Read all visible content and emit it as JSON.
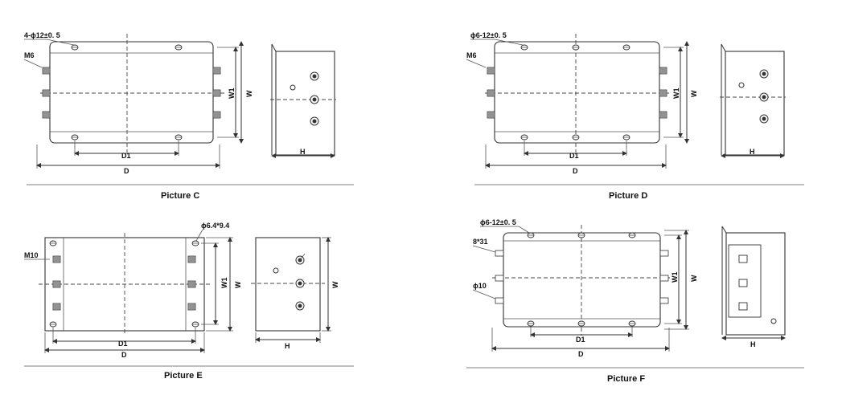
{
  "panels": {
    "c": {
      "caption": "Picture C",
      "hole_note": "4-ϕ12±0. 5",
      "bolt_note": "M6",
      "dims": {
        "d1": "D1",
        "d": "D",
        "w1": "W1",
        "w": "W",
        "h": "H"
      }
    },
    "d": {
      "caption": "Picture D",
      "hole_note": "ϕ6-12±0. 5",
      "bolt_note": "M6",
      "dims": {
        "d1": "D1",
        "d": "D",
        "w1": "W1",
        "w": "W",
        "h": "H"
      }
    },
    "e": {
      "caption": "Picture E",
      "hole_note": "ϕ6.4*9.4",
      "bolt_note": "M10",
      "dims": {
        "d1": "D1",
        "d": "D",
        "w1": "W1",
        "w": "W",
        "h": "H"
      }
    },
    "f": {
      "caption": "Picture F",
      "hole_note": "ϕ6-12±0. 5",
      "slot_note": "8*31",
      "pin_note": "ϕ10",
      "dims": {
        "d1": "D1",
        "d": "D",
        "w1": "W1",
        "w": "W",
        "h": "H"
      }
    }
  }
}
